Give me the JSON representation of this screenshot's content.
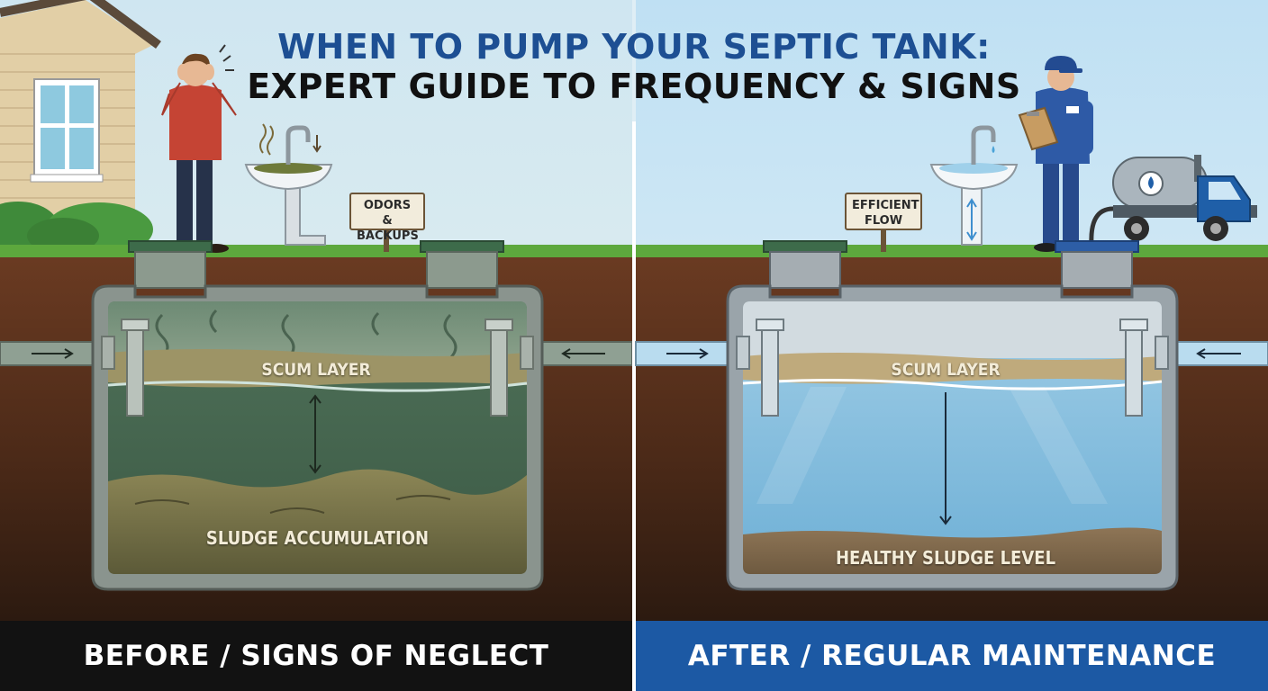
{
  "title": {
    "line1": "WHEN TO PUMP YOUR SEPTIC TANK:",
    "line2": "EXPERT GUIDE TO FREQUENCY & SIGNS"
  },
  "left_panel": {
    "sign_text": "ODORS &\nBACKUPS",
    "scum_label": "SCUM LAYER",
    "sludge_label": "SLUDGE ACCUMULATION",
    "caption": "BEFORE / SIGNS OF NEGLECT"
  },
  "right_panel": {
    "sign_text": "EFFICIENT\nFLOW",
    "scum_label": "SCUM LAYER",
    "sludge_label": "HEALTHY SLUDGE LEVEL",
    "caption": "AFTER / REGULAR MAINTENANCE"
  },
  "colors": {
    "neglect_water": "#4a6a52",
    "clean_water": "#a9d3ea",
    "caption_left_bg": "#121212",
    "caption_right_bg": "#1c59a4"
  }
}
